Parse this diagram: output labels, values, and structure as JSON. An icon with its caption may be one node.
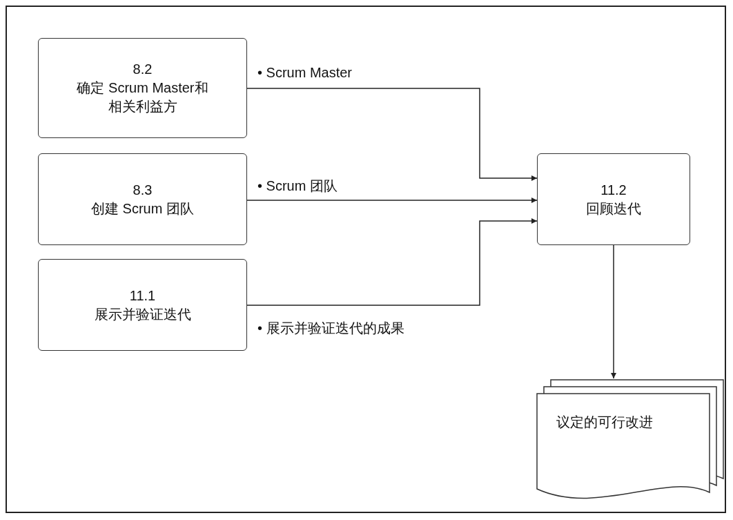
{
  "diagram": {
    "nodes": [
      {
        "text": [
          "8.2",
          "确定 Scrum Master和相关利益方"
        ]
      },
      {
        "text": [
          "8.3",
          "创建 Scrum 团队"
        ]
      },
      {
        "text": [
          "11.1",
          "展示并验证迭代"
        ]
      },
      {
        "text": [
          "11.2",
          "回顾迭代"
        ]
      },
      {
        "text": [
          "议定的可行改进"
        ]
      }
    ],
    "edges": [
      {
        "from": 0,
        "to": 3,
        "arrow": "to",
        "label": "• Scrum Master"
      },
      {
        "from": 1,
        "to": 3,
        "arrow": "to",
        "label": "• Scrum 团队"
      },
      {
        "from": 2,
        "to": 3,
        "arrow": "to",
        "label": "• 展示并验证迭代的成果"
      },
      {
        "from": 3,
        "to": 4,
        "arrow": "to"
      }
    ]
  }
}
